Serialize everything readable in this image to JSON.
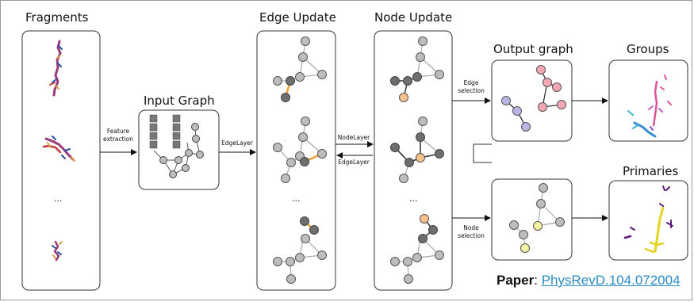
{
  "titles": {
    "fragments": "Fragments",
    "input_graph": "Input Graph",
    "edge_update": "Edge Update",
    "node_update": "Node Update",
    "output_graph": "Output graph",
    "groups": "Groups",
    "primaries": "Primaries"
  },
  "arrow_labels": {
    "feature_1": "Feature",
    "feature_2": "extraction",
    "edgelayer": "EdgeLayer",
    "nodelayer": "NodeLayer",
    "edgelayer_back": "EdgeLayer",
    "edge_sel_1": "Edge",
    "edge_sel_2": "selection",
    "node_sel_1": "Node",
    "node_sel_2": "selection"
  },
  "ellipsis": "...",
  "paper": {
    "label": "Paper",
    "sep": ": ",
    "link_text": "PhysRevD.104.072004"
  },
  "colors": {
    "node_grey": "#a9a9a9",
    "node_dark": "#6e6e6e",
    "edge_orange": "#f0a030",
    "node_orange": "#f6c08a",
    "node_pink": "#f2a7b3",
    "node_lavender": "#b9b6e6",
    "node_yellow": "#f7f3a2",
    "link": "#2b8cc4"
  }
}
